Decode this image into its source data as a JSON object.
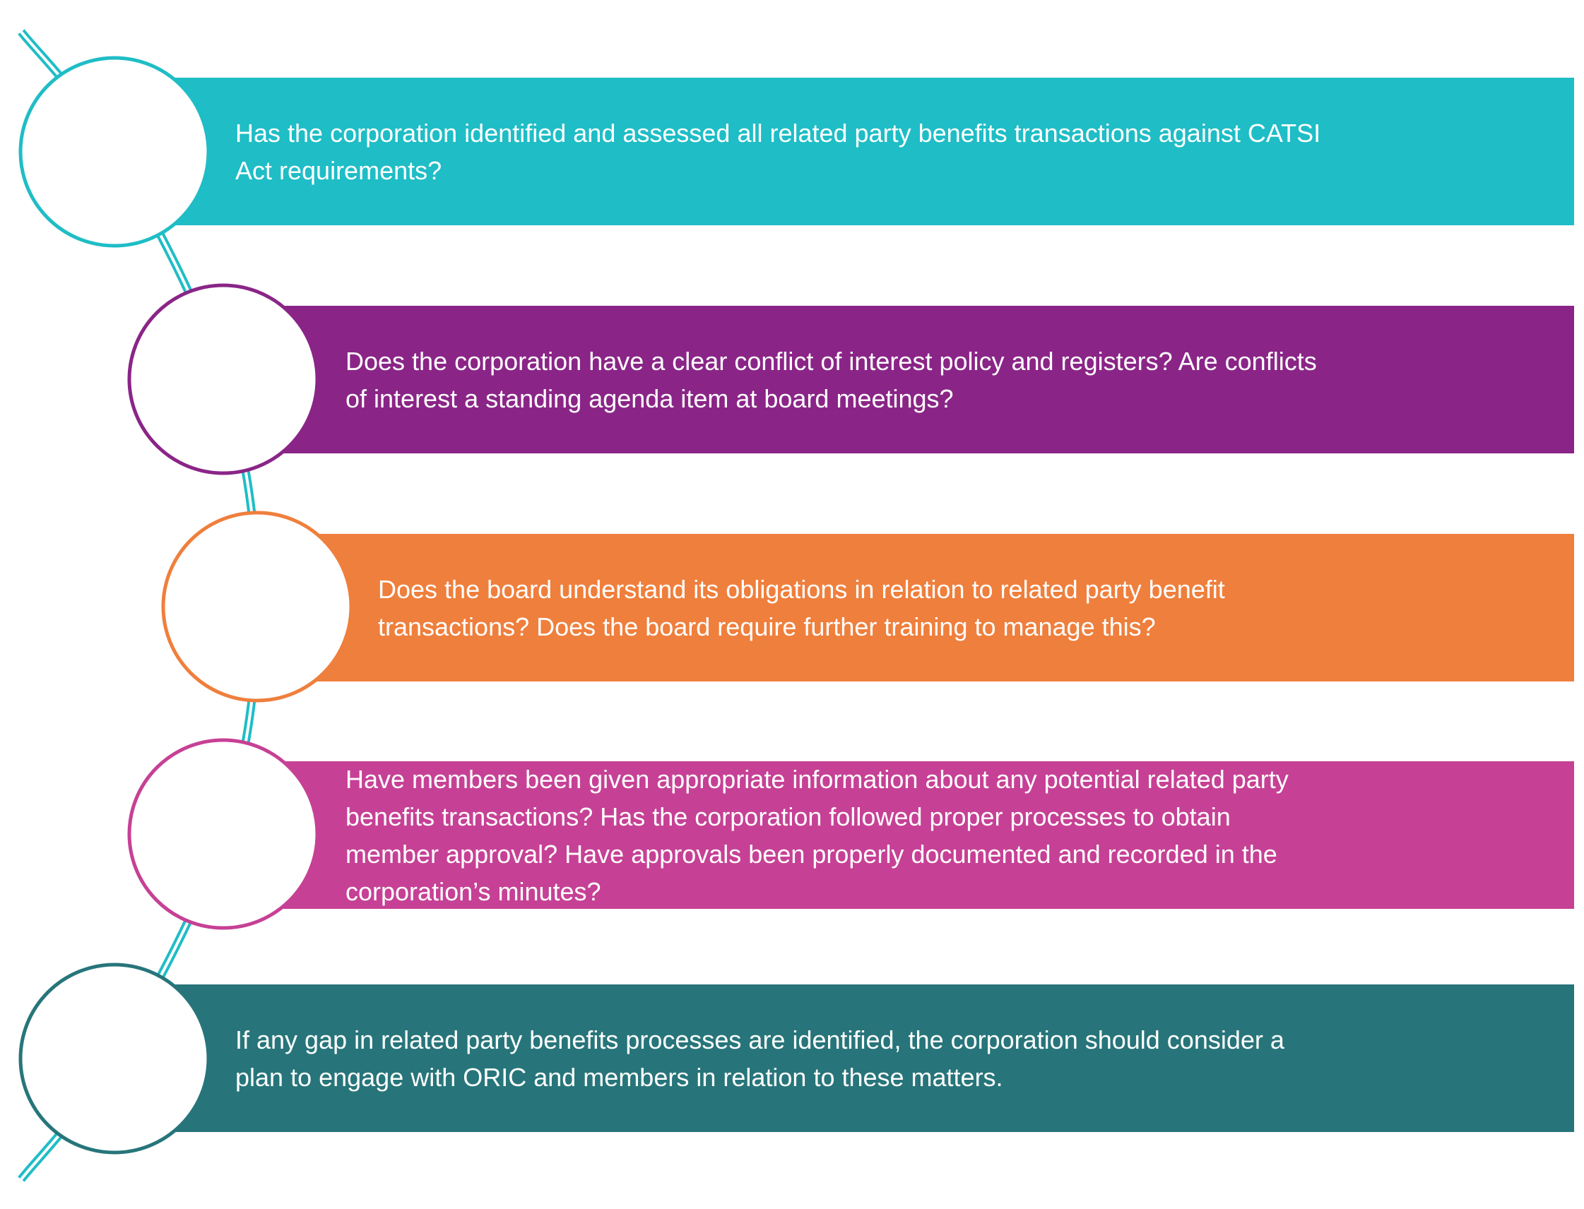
{
  "colors": {
    "connector": "#1fbdc6"
  },
  "steps": [
    {
      "color": "#1fbdc6",
      "lines": [
        "Has the corporation identified and assessed all related party benefits transactions against CATSI",
        "Act requirements?"
      ]
    },
    {
      "color": "#8a2587",
      "lines": [
        "Does the corporation have a clear conflict of interest policy and registers? Are conflicts",
        "of interest a standing agenda item at board meetings?"
      ]
    },
    {
      "color": "#ef7f3c",
      "lines": [
        "Does the board understand its obligations in relation to related party benefit",
        "transactions? Does the board require further training to manage this?"
      ]
    },
    {
      "color": "#c64195",
      "lines": [
        "Have members been given appropriate information about any potential related party",
        "benefits transactions? Has the corporation followed proper processes to obtain",
        "member approval? Have approvals been properly documented and recorded in the",
        "corporation’s minutes?"
      ]
    },
    {
      "color": "#27757a",
      "lines": [
        "If any gap in related party benefits processes are identified, the corporation should consider a",
        "plan to engage with ORIC and members in relation to these matters."
      ]
    }
  ]
}
